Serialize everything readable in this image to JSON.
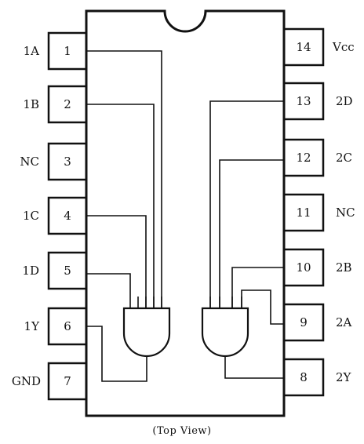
{
  "chip": {
    "left_pins": [
      {
        "number": "1",
        "label": "1A"
      },
      {
        "number": "2",
        "label": "1B"
      },
      {
        "number": "3",
        "label": "NC"
      },
      {
        "number": "4",
        "label": "1C"
      },
      {
        "number": "5",
        "label": "1D"
      },
      {
        "number": "6",
        "label": "1Y"
      },
      {
        "number": "7",
        "label": "GND"
      }
    ],
    "right_pins": [
      {
        "number": "14",
        "label": "Vcc"
      },
      {
        "number": "13",
        "label": "2D"
      },
      {
        "number": "12",
        "label": "2C"
      },
      {
        "number": "11",
        "label": "NC"
      },
      {
        "number": "10",
        "label": "2B"
      },
      {
        "number": "9",
        "label": "2A"
      },
      {
        "number": "8",
        "label": "2Y"
      }
    ],
    "caption": "Top View"
  }
}
